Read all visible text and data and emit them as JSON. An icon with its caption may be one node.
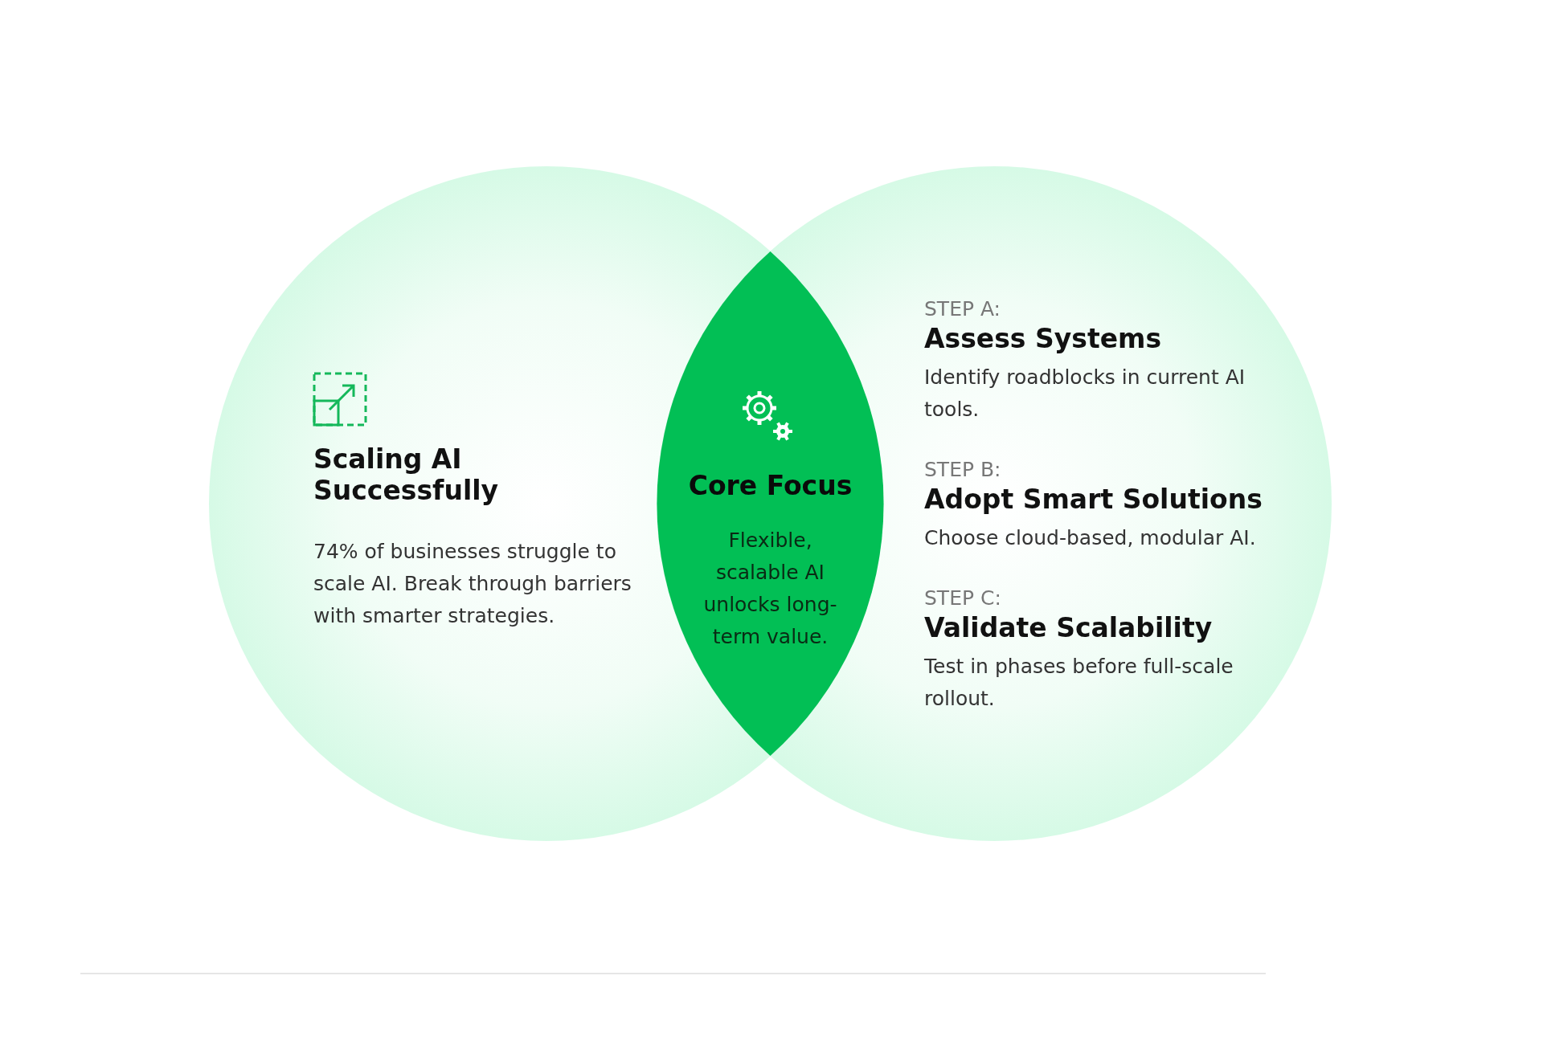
{
  "diagram": {
    "nodes": [
      {
        "text": [
          "Scaling AI Successfully",
          "74% of businesses struggle to scale AI. Break through barriers with smarter strategies."
        ]
      },
      {
        "text": [
          "STEP A:",
          "Assess Systems",
          "Identify roadblocks in current AI tools.",
          "STEP B:",
          "Adopt Smart Solutions",
          "Choose cloud-based, modular AI.",
          "STEP C:",
          "Validate Scalability",
          "Test in phases before full-scale rollout."
        ]
      },
      {
        "text": [
          "Core Focus",
          "Flexible, scalable AI unlocks long-term value."
        ]
      }
    ],
    "edges": []
  }
}
